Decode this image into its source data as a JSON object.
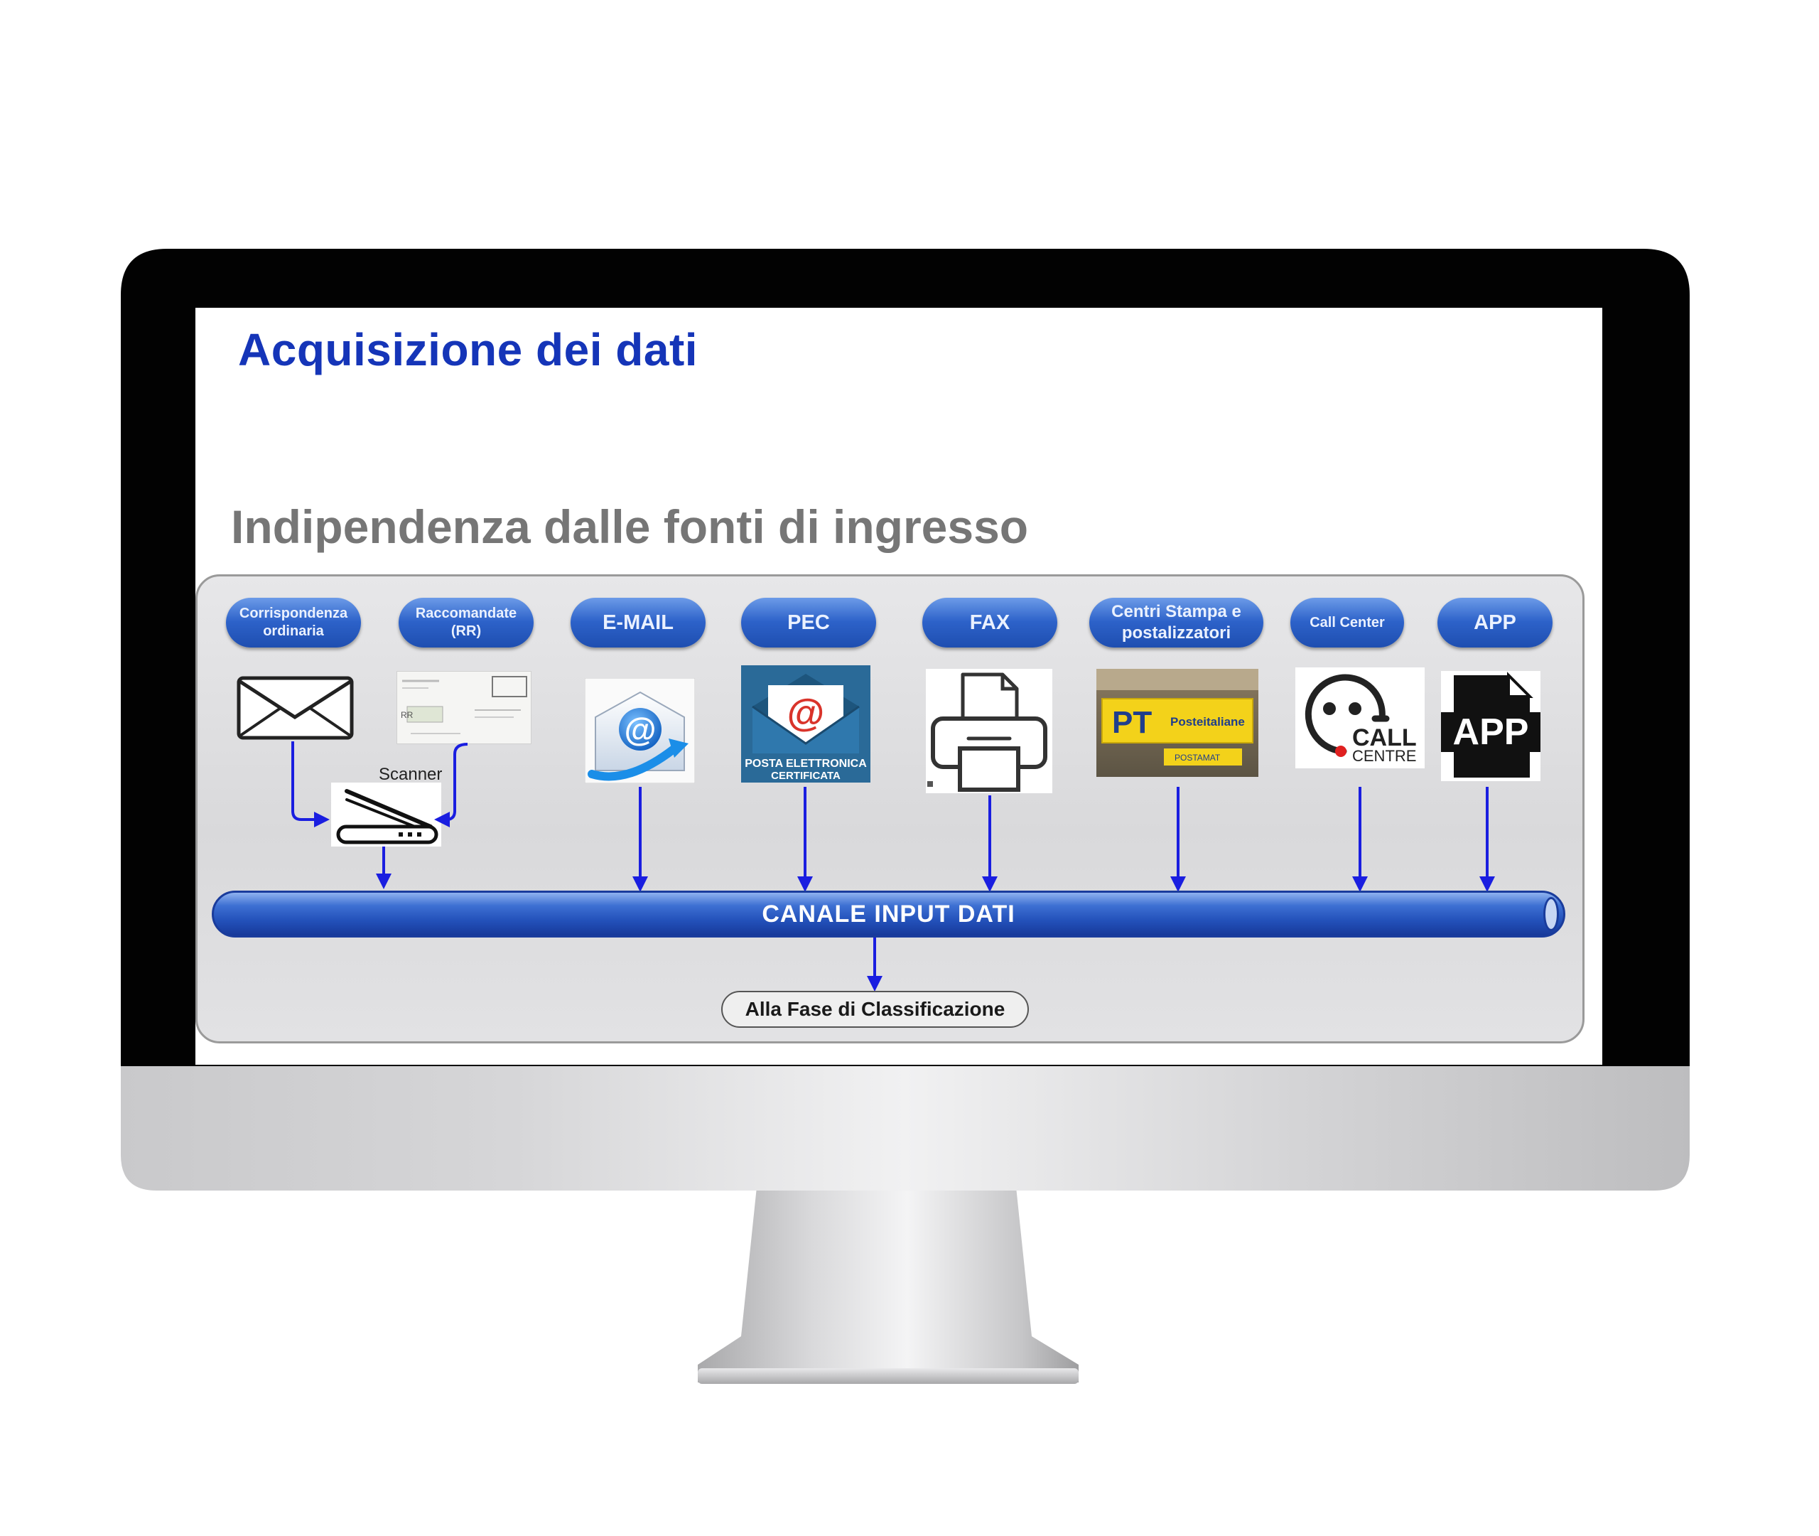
{
  "slide": {
    "title": "Acquisizione dei dati",
    "subtitle": "Indipendenza dalle fonti di ingresso"
  },
  "sources": [
    {
      "id": "corrispondenza",
      "label": "Corrispondenza\nordinaria",
      "icon": "envelope-icon"
    },
    {
      "id": "raccomandate",
      "label": "Raccomandate\n(RR)",
      "icon": "registered-mail-icon"
    },
    {
      "id": "email",
      "label": "E-MAIL",
      "icon": "email-at-icon"
    },
    {
      "id": "pec",
      "label": "PEC",
      "icon": "pec-envelope-icon"
    },
    {
      "id": "fax",
      "label": "FAX",
      "icon": "fax-machine-icon"
    },
    {
      "id": "centri",
      "label": "Centri Stampa e\npostalizzatori",
      "icon": "poste-italiane-icon"
    },
    {
      "id": "callcenter",
      "label": "Call Center",
      "icon": "call-centre-icon"
    },
    {
      "id": "app",
      "label": "APP",
      "icon": "app-file-icon"
    }
  ],
  "icon_text": {
    "pec_line1": "POSTA ELETTRONICA",
    "pec_line2": "CERTIFICATA",
    "pt_logo": "PT",
    "pt_brand": "Posteitaliane",
    "pt_sign": "POSTAMAT",
    "call_line1": "CALL",
    "call_line2": "CENTRE",
    "app_text": "APP"
  },
  "scanner": {
    "label": "Scanner"
  },
  "channel": {
    "label": "CANALE INPUT DATI"
  },
  "output": {
    "label": "Alla Fase di Classificazione"
  },
  "colors": {
    "title": "#1535b8",
    "subtitle": "#767676",
    "arrow": "#1a1ee0",
    "pill": "#2d62c9",
    "pec_blue": "#2a6a98",
    "pec_red": "#d9342b"
  }
}
